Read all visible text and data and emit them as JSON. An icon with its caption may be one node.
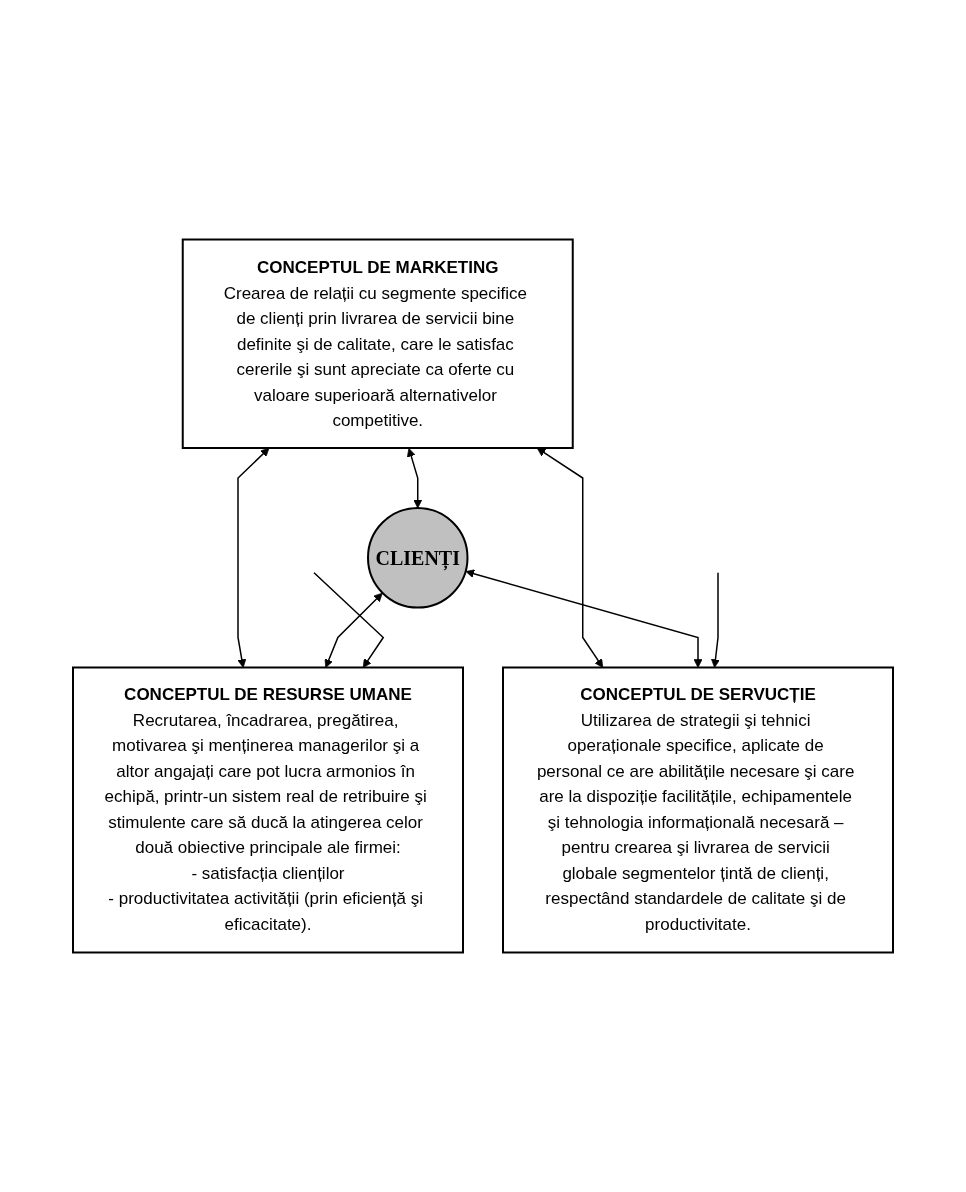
{
  "diagram": {
    "nodes": [
      {
        "text": [
          "CONCEPTUL DE MARKETING",
          "Crearea de relații cu segmente specifice de clienți prin livrarea de servicii bine definite şi de calitate, care le satisfac cererile şi sunt apreciate ca oferte cu valoare superioară alternativelor competitive."
        ]
      },
      {
        "text": [
          "CLIENȚI"
        ]
      },
      {
        "text": [
          "CONCEPTUL DE RESURSE UMANE",
          "Recrutarea, încadrarea, pregătirea, motivarea şi menținerea managerilor şi a altor angajați care pot lucra armonios în echipă, printr-un sistem real de retribuire şi stimulente care să ducă la atingerea celor două obiective principale ale firmei:",
          "- satisfacția clienților",
          "- productivitatea activității (prin eficiență şi eficacitate)."
        ]
      },
      {
        "text": [
          "CONCEPTUL DE SERVUCȚIE",
          "Utilizarea de strategii şi tehnici operaționale specifice, aplicate de personal ce are abilitățile necesare şi care are la dispoziție facilitățile, echipamentele şi tehnologia informațională necesară – pentru crearea şi livrarea de servicii globale segmentelor țintă de clienți, respectând standardele de calitate şi de productivitate."
        ]
      }
    ],
    "edges": [
      {
        "from": 0,
        "to": 1,
        "arrow": "both"
      },
      {
        "from": 0,
        "to": 2,
        "arrow": "both"
      },
      {
        "from": 0,
        "to": 3,
        "arrow": "both"
      },
      {
        "from": 1,
        "to": 2,
        "arrow": "both"
      },
      {
        "from": 1,
        "to": 3,
        "arrow": "both"
      },
      {
        "from": null,
        "to": 2,
        "arrow": "to"
      },
      {
        "from": null,
        "to": 3,
        "arrow": "to"
      }
    ]
  }
}
